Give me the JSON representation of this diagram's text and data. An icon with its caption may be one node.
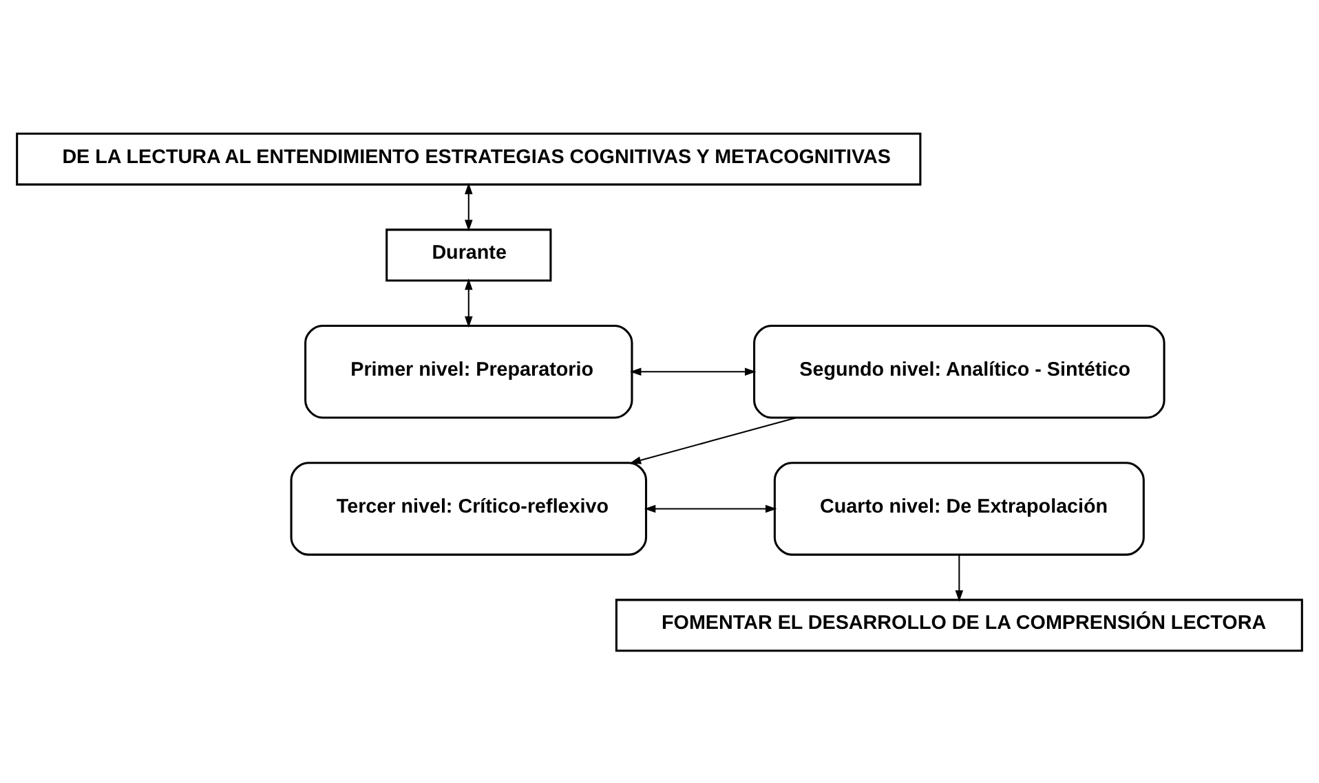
{
  "diagram": {
    "nodes": [
      {
        "text": [
          "DE LA LECTURA AL ENTENDIMIENTO ESTRATEGIAS COGNITIVAS Y METACOGNITIVAS"
        ]
      },
      {
        "text": [
          "Durante"
        ]
      },
      {
        "text": [
          "Primer nivel: Preparatorio"
        ]
      },
      {
        "text": [
          "Segundo nivel: Analítico - Sintético"
        ]
      },
      {
        "text": [
          "Tercer nivel: Crítico-reflexivo"
        ]
      },
      {
        "text": [
          "Cuarto nivel: De Extrapolación"
        ]
      },
      {
        "text": [
          "FOMENTAR EL DESARROLLO DE LA COMPRENSIÓN LECTORA"
        ]
      }
    ],
    "edges": [
      {
        "from": 0,
        "to": 1,
        "arrow": "both"
      },
      {
        "from": 1,
        "to": 2,
        "arrow": "both"
      },
      {
        "from": 2,
        "to": 3,
        "arrow": "both"
      },
      {
        "from": 3,
        "to": 4,
        "arrow": "to"
      },
      {
        "from": 4,
        "to": 5,
        "arrow": "both"
      },
      {
        "from": 5,
        "to": 6,
        "arrow": "to"
      }
    ]
  }
}
